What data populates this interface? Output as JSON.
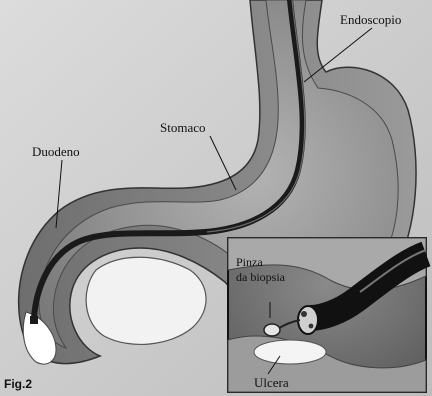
{
  "labels": {
    "endoscope": "Endoscopio",
    "stomach": "Stomaco",
    "duodenum": "Duodeno",
    "forceps_line1": "Pinza",
    "forceps_line2": "da biopsia",
    "ulcer": "Ulcera",
    "figure": "Fig.2"
  }
}
